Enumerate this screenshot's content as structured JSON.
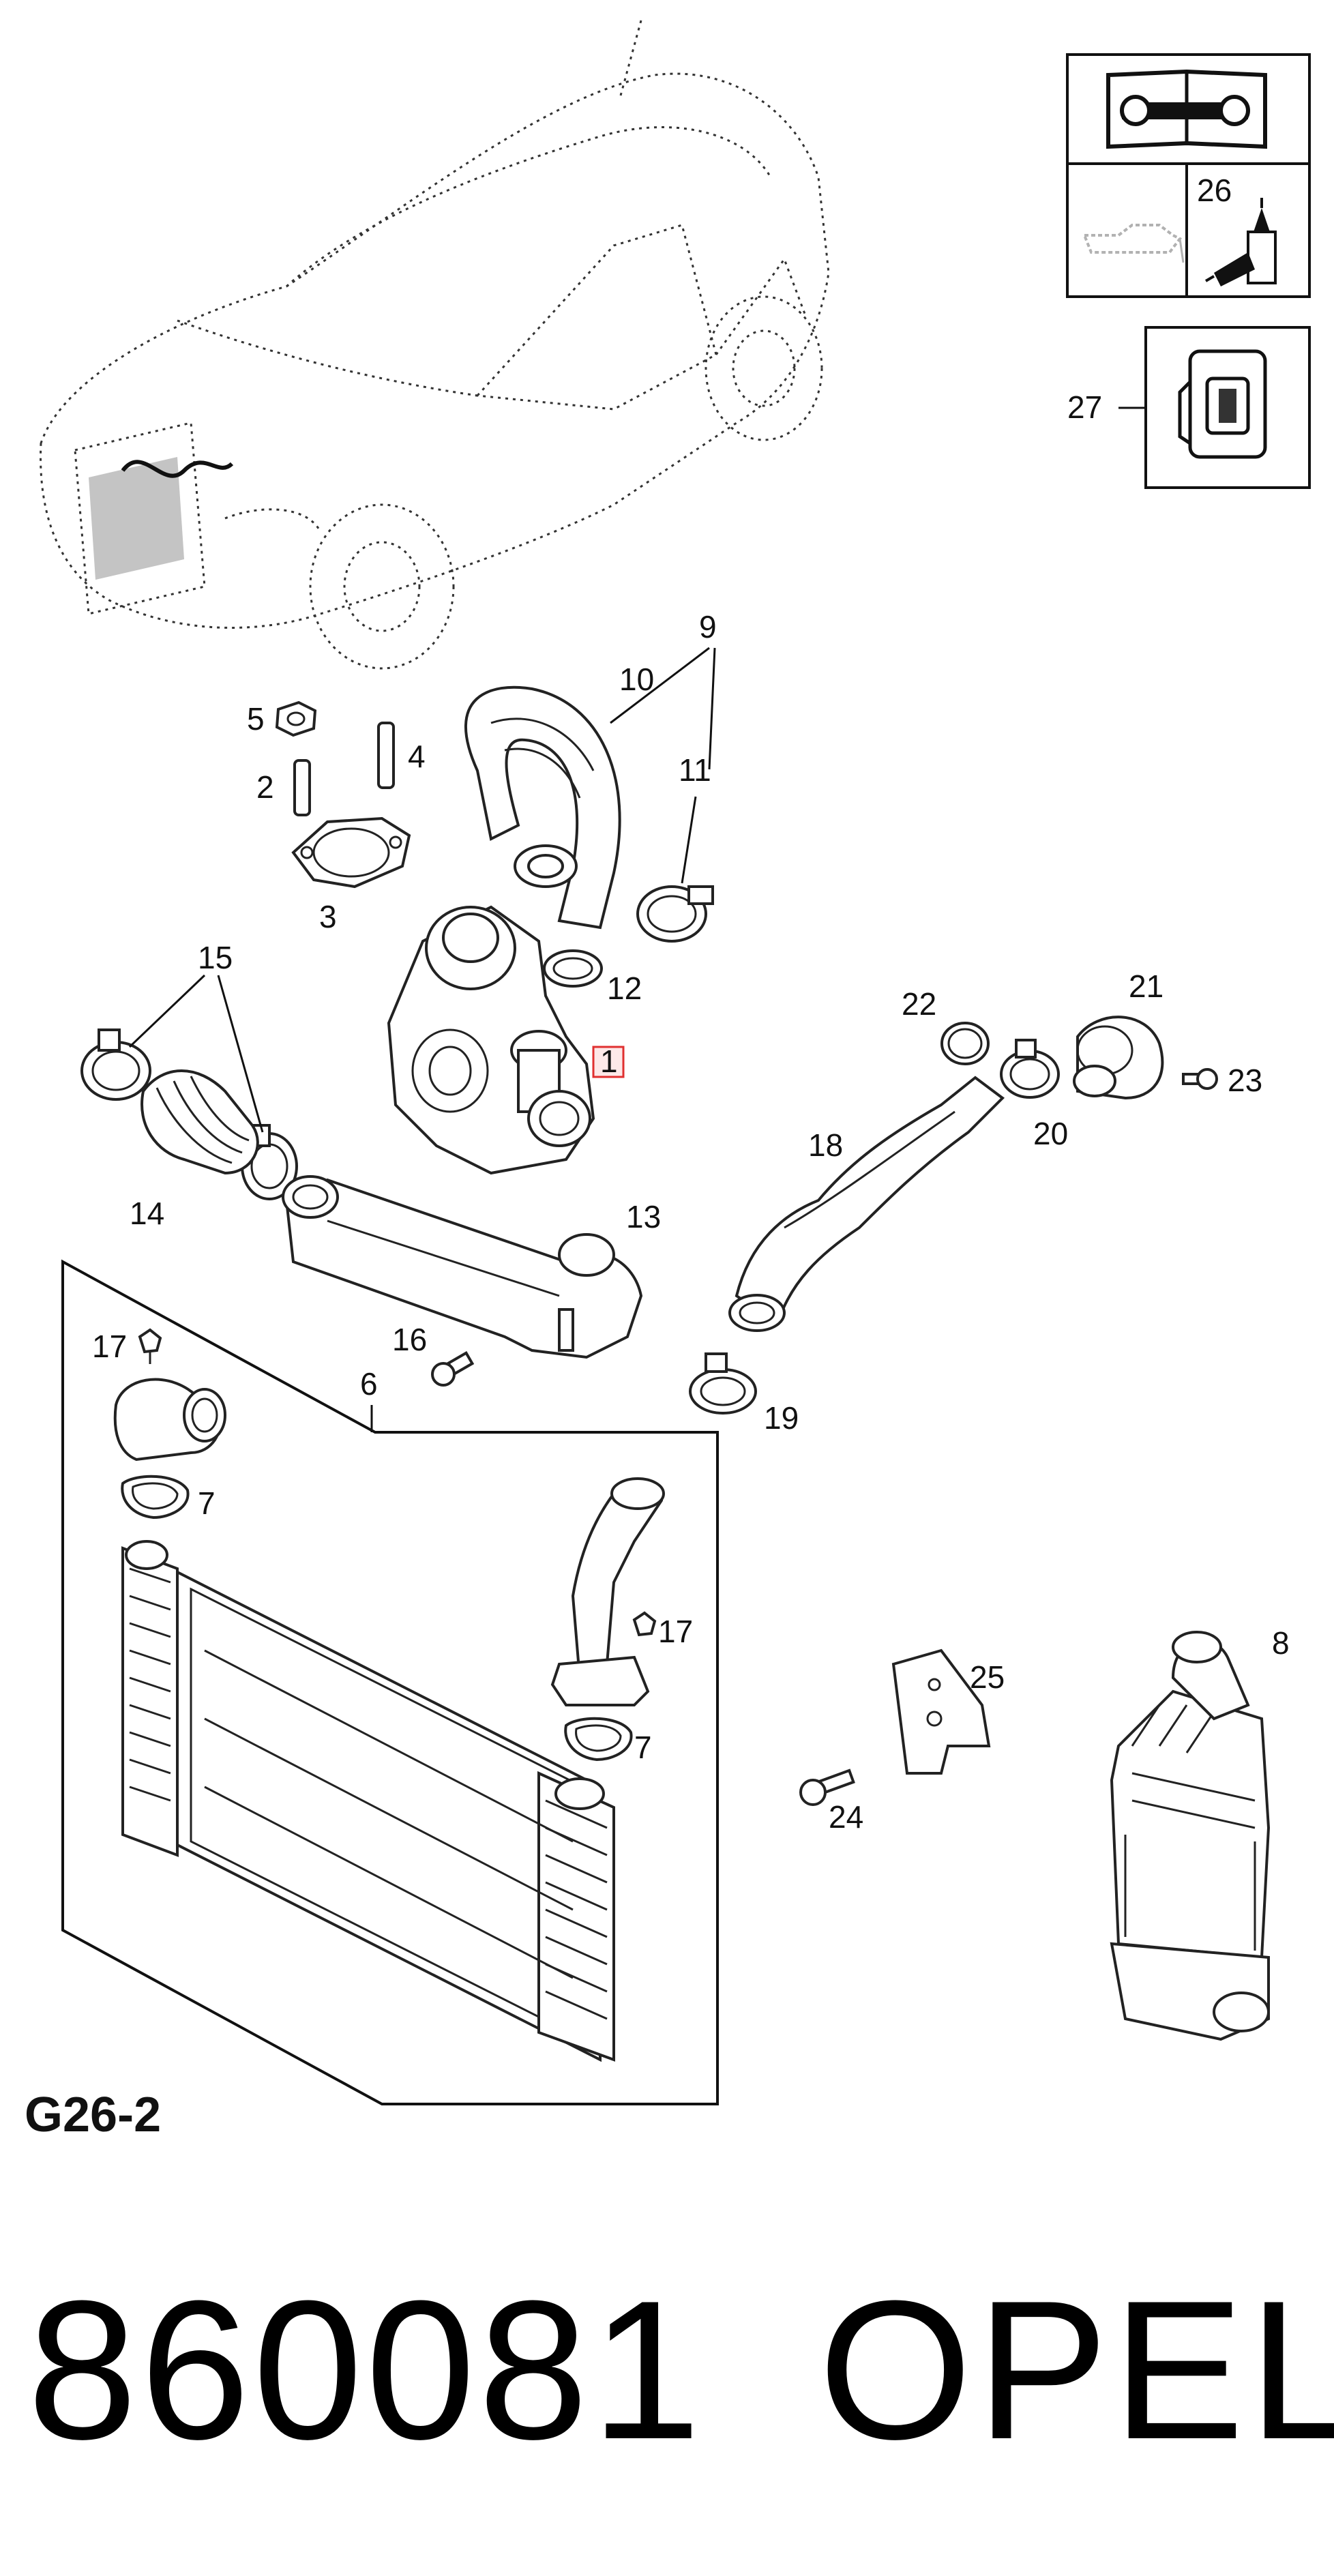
{
  "callouts": {
    "c1": "1",
    "c2": "2",
    "c3": "3",
    "c4": "4",
    "c5": "5",
    "c6": "6",
    "c7a": "7",
    "c7b": "7",
    "c8": "8",
    "c9": "9",
    "c10": "10",
    "c11": "11",
    "c12": "12",
    "c13": "13",
    "c14": "14",
    "c15": "15",
    "c16": "16",
    "c17a": "17",
    "c17b": "17",
    "c18": "18",
    "c19": "19",
    "c20": "20",
    "c21": "21",
    "c22": "22",
    "c23": "23",
    "c24": "24",
    "c25": "25",
    "c26": "26",
    "c27": "27"
  },
  "group_code": "G26-2",
  "part_number": "860081",
  "brand": "OPEL",
  "colors": {
    "ink": "#111111",
    "highlight_box": "#e03030",
    "background": "#ffffff"
  },
  "icons": [
    "service-manual-icon",
    "oil-can-icon",
    "sealant-tube-icon",
    "clip-icon",
    "car-outline-icon"
  ]
}
